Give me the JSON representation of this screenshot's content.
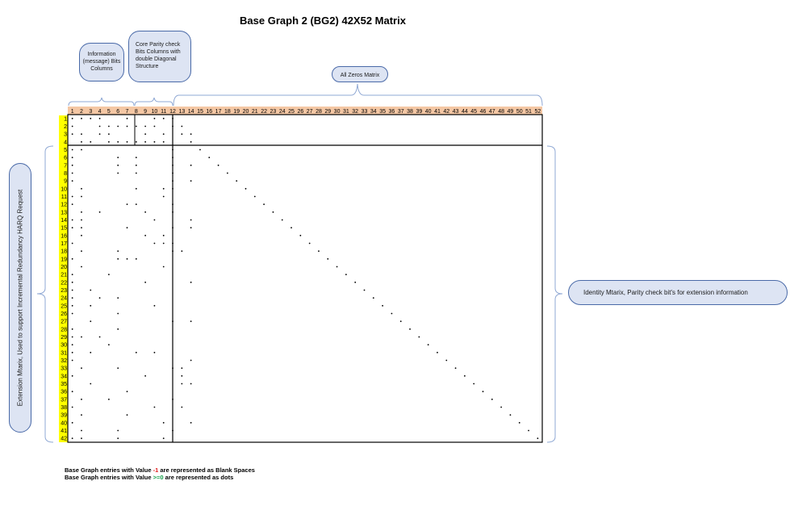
{
  "title": "Base Graph 2 (BG2) 42X52 Matrix",
  "callouts": {
    "info": "Information (message) Bits Columns",
    "core": "Core Parity  check Bits Columns with double Diagonal Structure",
    "zeros": "All Zeros Matrix",
    "identity": "Identity Mtarix, Parity check bit's for extension information",
    "extension": "Extension Mtarix, Used to support Incremental Redundancy HARQ Request"
  },
  "legend": {
    "line1_prefix": "Base Graph entries with Value ",
    "line1_value": "-1",
    "line1_suffix": " are represented as  Blank Spaces",
    "line2_prefix": "Base Graph entries with Value ",
    "line2_value": ">=0",
    "line2_suffix": "  are represented as dots"
  },
  "colors": {
    "header_fill": "#f4c7a4",
    "row_label_fill": "#ffff00",
    "bubble_fill": "#dde4f3",
    "bubble_border": "#4a6aa8",
    "brace": "#8fa8d4"
  },
  "matrix": {
    "rows": 42,
    "cols": 52,
    "column_labels": [
      "1",
      "2",
      "3",
      "4",
      "5",
      "6",
      "7",
      "8",
      "9",
      "10",
      "11",
      "12",
      "13",
      "14",
      "15",
      "16",
      "17",
      "18",
      "19",
      "20",
      "21",
      "22",
      "23",
      "24",
      "25",
      "26",
      "27",
      "28",
      "29",
      "30",
      "31",
      "32",
      "33",
      "34",
      "35",
      "36",
      "37",
      "38",
      "39",
      "40",
      "41",
      "42",
      "43",
      "44",
      "45",
      "46",
      "47",
      "48",
      "49",
      "50",
      "51",
      "52"
    ],
    "row_labels": [
      "1",
      "2",
      "3",
      "4",
      "5",
      "6",
      "7",
      "8",
      "9",
      "10",
      "11",
      "12",
      "13",
      "14",
      "15",
      "16",
      "17",
      "18",
      "19",
      "20",
      "21",
      "22",
      "23",
      "24",
      "25",
      "26",
      "27",
      "28",
      "29",
      "30",
      "31",
      "32",
      "33",
      "34",
      "35",
      "36",
      "37",
      "38",
      "39",
      "40",
      "41",
      "42"
    ],
    "entries_ge0": [
      [
        1,
        2,
        3,
        4,
        7,
        10,
        11,
        12
      ],
      [
        1,
        4,
        5,
        6,
        7,
        8,
        9,
        10,
        12,
        13
      ],
      [
        1,
        2,
        4,
        5,
        9,
        11,
        13,
        14
      ],
      [
        2,
        3,
        5,
        6,
        7,
        8,
        9,
        10,
        11,
        14
      ],
      [
        1,
        2,
        12,
        15
      ],
      [
        1,
        6,
        8,
        12,
        16
      ],
      [
        1,
        6,
        8,
        12,
        14,
        17
      ],
      [
        1,
        6,
        8,
        12,
        18
      ],
      [
        1,
        12,
        14,
        19
      ],
      [
        2,
        8,
        11,
        12,
        20
      ],
      [
        1,
        2,
        11,
        21
      ],
      [
        1,
        7,
        8,
        12,
        22
      ],
      [
        2,
        4,
        9,
        12,
        23
      ],
      [
        1,
        2,
        10,
        14,
        24
      ],
      [
        1,
        2,
        7,
        12,
        14,
        25
      ],
      [
        2,
        9,
        11,
        26
      ],
      [
        1,
        10,
        11,
        12,
        27
      ],
      [
        2,
        6,
        12,
        13,
        28
      ],
      [
        1,
        6,
        7,
        8,
        29
      ],
      [
        2,
        11,
        30
      ],
      [
        1,
        5,
        31
      ],
      [
        1,
        9,
        14,
        32
      ],
      [
        1,
        3,
        33
      ],
      [
        1,
        4,
        6,
        34
      ],
      [
        1,
        3,
        10,
        35
      ],
      [
        1,
        6,
        36
      ],
      [
        3,
        12,
        14,
        37
      ],
      [
        1,
        6,
        38
      ],
      [
        1,
        2,
        4,
        39
      ],
      [
        1,
        5,
        40
      ],
      [
        1,
        3,
        8,
        10,
        41
      ],
      [
        1,
        14,
        42
      ],
      [
        2,
        6,
        12,
        13,
        43
      ],
      [
        1,
        9,
        13,
        44
      ],
      [
        3,
        13,
        14,
        45
      ],
      [
        1,
        7,
        46
      ],
      [
        2,
        5,
        12,
        47
      ],
      [
        1,
        10,
        13,
        48
      ],
      [
        2,
        7,
        49
      ],
      [
        1,
        11,
        14,
        50
      ],
      [
        2,
        6,
        12,
        51
      ],
      [
        1,
        2,
        6,
        11,
        52
      ]
    ]
  }
}
